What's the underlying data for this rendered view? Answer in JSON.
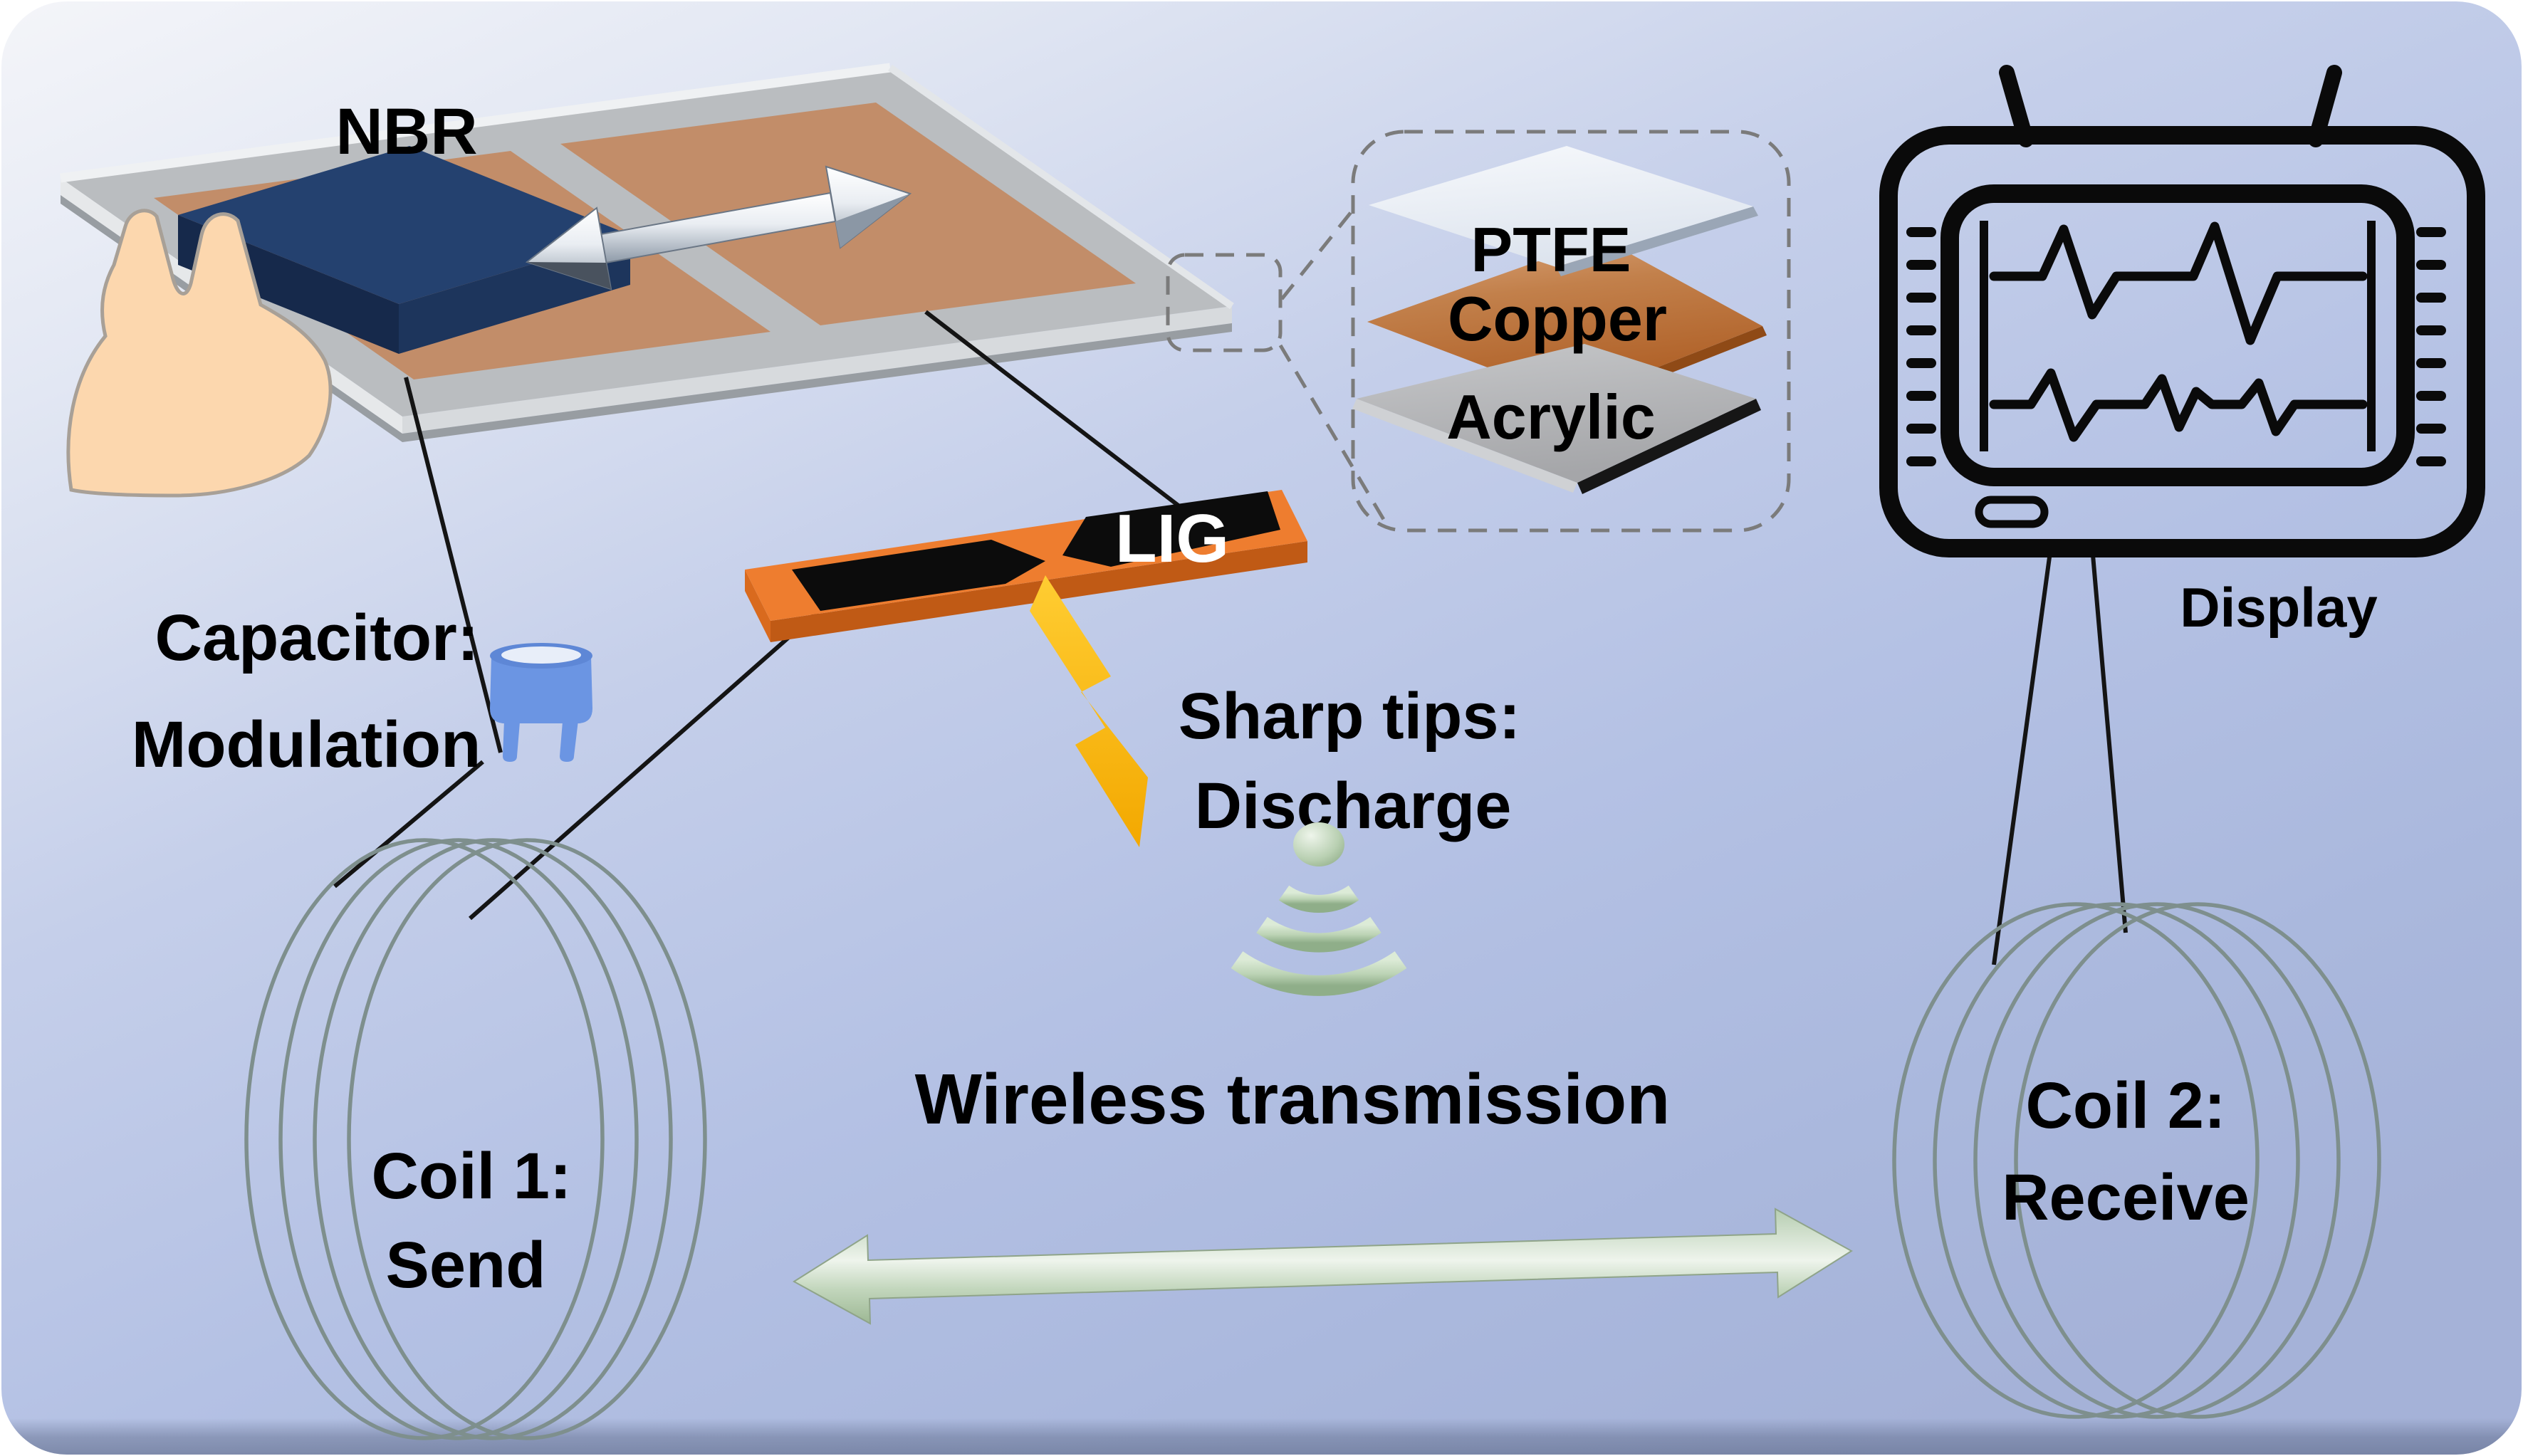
{
  "figure": {
    "panel": {
      "nbr_label": "NBR"
    },
    "capacitor": {
      "label_line1": "Capacitor:",
      "label_line2": "Modulation"
    },
    "lig": {
      "label": "LIG",
      "tips_line1": "Sharp tips:",
      "tips_line2": "Discharge"
    },
    "layer_stack": {
      "layers": [
        {
          "name": "PTFE"
        },
        {
          "name": "Copper"
        },
        {
          "name": "Acrylic"
        }
      ]
    },
    "display": {
      "label": "Display"
    },
    "coil1": {
      "line1": "Coil 1:",
      "line2": "Send"
    },
    "coil2": {
      "line1": "Coil 2:",
      "line2": "Receive"
    },
    "transmission": {
      "label": "Wireless transmission"
    }
  },
  "colors": {
    "copper_electrode": "#c28d69",
    "panel_frame": "#babdc0",
    "nbr_top": "#24416F",
    "nbr_left": "#16294B",
    "nbr_right": "#1D355C",
    "lig_orange": "#ee7d2f",
    "lig_side": "#c05a15",
    "electrode_black": "#0c0c0c",
    "lightning_yellow": "#ffc000",
    "capacitor_blue": "#6b95e3",
    "wire_black": "#141414",
    "coil_silver": "#7e8f8d",
    "text_black": "#000000",
    "lig_text_white": "#ffffff"
  }
}
